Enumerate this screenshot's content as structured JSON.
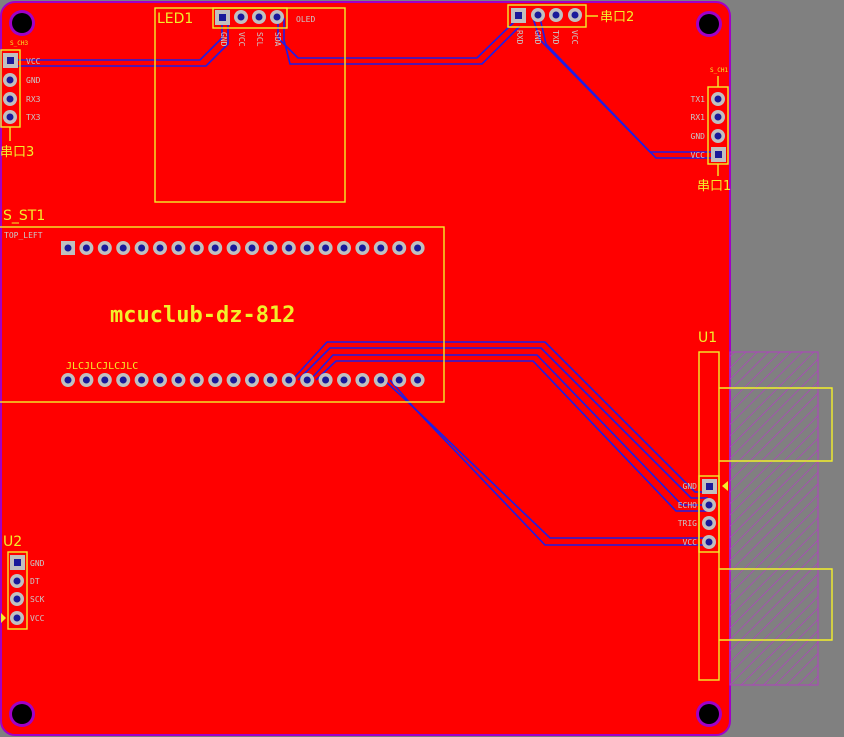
{
  "board": {
    "title": "mcuclub-dz-812",
    "colors": {
      "background": "#808080",
      "copper": "#ff0000",
      "outline": "#a000c8",
      "silkscreen": "#f2ef2a",
      "trace": "#1e1ee6",
      "pad": "#c0c0c0",
      "hatch": "#b040c0"
    }
  },
  "led1": {
    "ref": "LED1",
    "value": "OLED",
    "pins": [
      "GND",
      "VCC",
      "SCL",
      "SDA"
    ]
  },
  "uart2": {
    "ref": "串口2",
    "pins": [
      "RXD",
      "GND",
      "TXD",
      "VCC"
    ]
  },
  "uart3": {
    "ref": "串口3",
    "tag": "S_CH3",
    "pins": [
      "VCC",
      "GND",
      "RX3",
      "TX3"
    ]
  },
  "uart1": {
    "ref": "串口1",
    "tag": "S_CH1",
    "pins": [
      "TX1",
      "RX1",
      "GND",
      "VCC"
    ]
  },
  "mcu": {
    "ref": "S_ST1",
    "top_left_label": "TOP_LEFT",
    "bottom_silk": "JLCJLCJLCJLC"
  },
  "u1": {
    "ref": "U1",
    "pins": [
      "GND",
      "ECHO",
      "TRIG",
      "VCC"
    ]
  },
  "u2": {
    "ref": "U2",
    "pins": [
      "GND",
      "DT",
      "SCK",
      "VCC"
    ]
  }
}
